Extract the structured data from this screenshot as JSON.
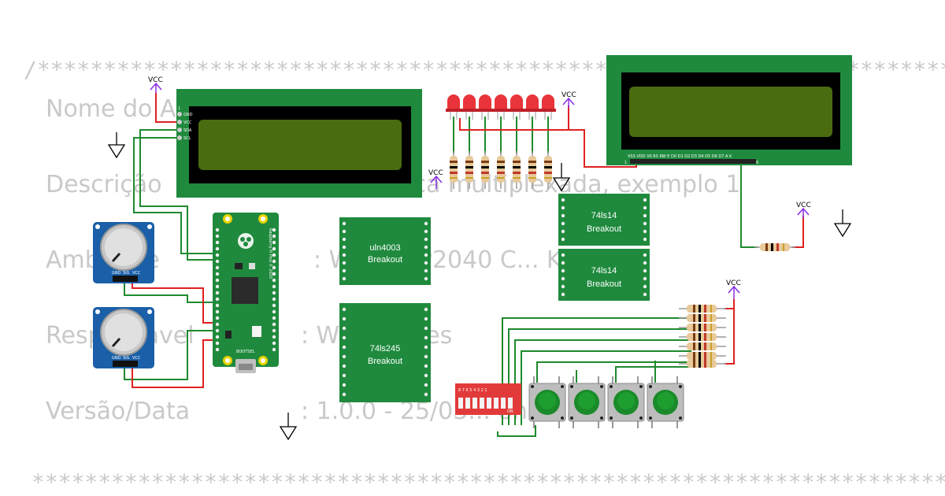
{
  "header": {
    "stars_top": "/*********************************************************************************************",
    "stars_bottom": "*********************************************************************************************"
  },
  "fields": [
    {
      "label": "Nome do A",
      "value": ""
    },
    {
      "label": "Descrição",
      "value": "...ômica multiplexada, exemplo 1"
    },
    {
      "label": "Ambiente",
      "value": ": W... e RP2040 C... K"
    },
    {
      "label": "Responsável",
      "value": ": W... . Torres"
    },
    {
      "label": "Versão/Data",
      "value": ": 1.0.0 - 25/03... on"
    }
  ],
  "power": {
    "vcc": "VCC"
  },
  "lcd_i2c": {
    "pins": [
      "GND",
      "VCC",
      "SDA",
      "SCL"
    ],
    "pin_one": "1"
  },
  "lcd_parallel": {
    "pin_labels": "VSS VDD V0 RS RW E D0 D1 D2 D3 D4 D5 D6 D7 A K",
    "pin_first": "1",
    "pin_last": "16"
  },
  "breakouts": [
    {
      "name": "uln4003",
      "sub": "Breakout"
    },
    {
      "name": "74ls245",
      "sub": "Breakout"
    },
    {
      "name": "74ls14",
      "sub": "Breakout"
    },
    {
      "name": "74ls14",
      "sub": "Breakout"
    }
  ],
  "pot_pins": [
    "GND",
    "SIG",
    "VCC"
  ],
  "pico": {
    "title": "Raspberry Pi Pico © 2020",
    "bootsel": "BOOTSEL"
  },
  "dip": {
    "numbers": "8 7 6 5 4 3 2 1",
    "on": "ON"
  },
  "colors": {
    "pcb_green": "#1f8a3d",
    "lcd_screen": "#4a6b10",
    "wire_red": "#e02020",
    "wire_green": "#1e8a2e",
    "led_red": "#e8343a",
    "pot_blue": "#1a5fa8",
    "dip_red": "#e23a3a",
    "vcc_purple": "#8a2be2"
  }
}
